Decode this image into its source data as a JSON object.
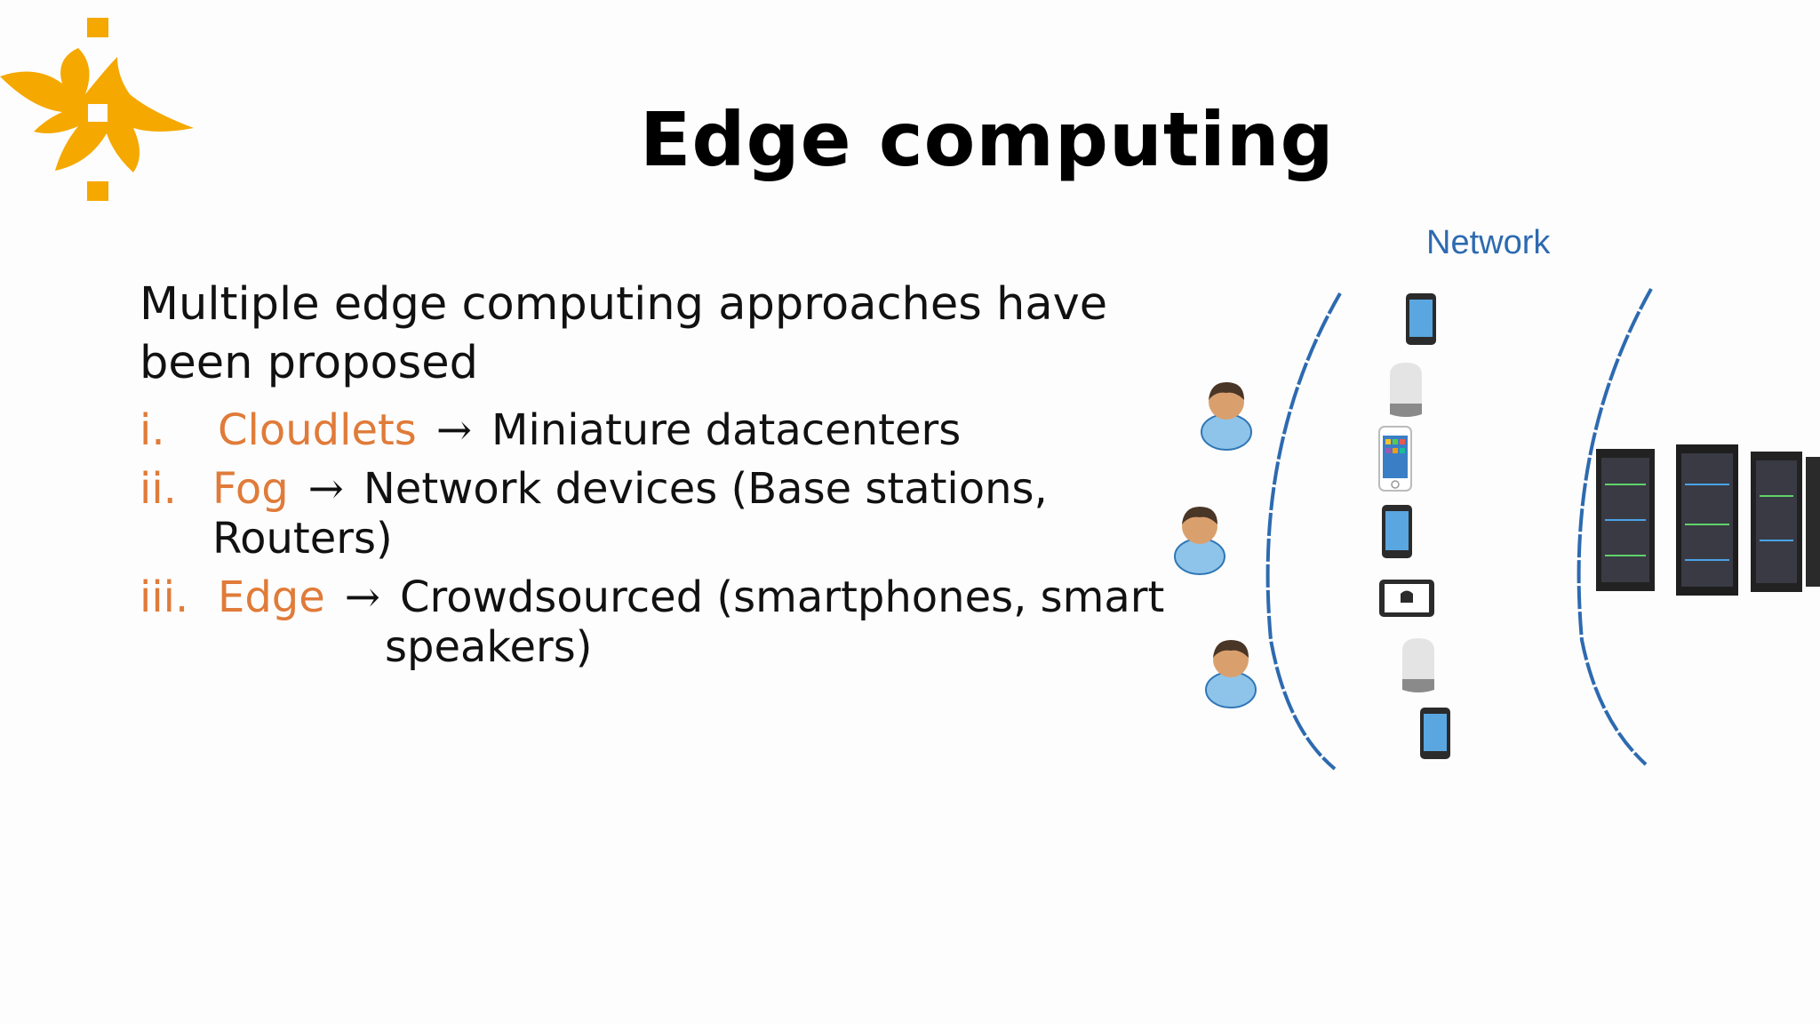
{
  "slide": {
    "title": "Edge computing",
    "intro": "Multiple edge computing approaches have been proposed",
    "arrow": "→",
    "items": [
      {
        "num": "i.",
        "term": "Cloudlets",
        "desc": "Miniature datacenters",
        "desc_cont": ""
      },
      {
        "num": "ii.",
        "term": "Fog",
        "desc": "Network devices (Base stations, Routers)",
        "desc_cont": ""
      },
      {
        "num": "iii.",
        "term": "Edge",
        "desc": "Crowdsourced (smartphones, smart",
        "desc_cont": "speakers)"
      }
    ]
  },
  "diagram": {
    "network_label": "Network",
    "users": [
      "user-icon",
      "user-icon",
      "user-icon"
    ],
    "devices": [
      "smartphone-icon",
      "smart-speaker-icon",
      "iphone-icon",
      "smartphone-icon",
      "android-tablet-icon",
      "smart-speaker-icon",
      "smartphone-icon"
    ],
    "servers": [
      "server-rack-icon",
      "server-rack-icon",
      "server-rack-icon",
      "server-rack-icon"
    ]
  },
  "colors": {
    "accent": "#e07b39",
    "network": "#2d6ab0",
    "logo": "#f5a800"
  }
}
